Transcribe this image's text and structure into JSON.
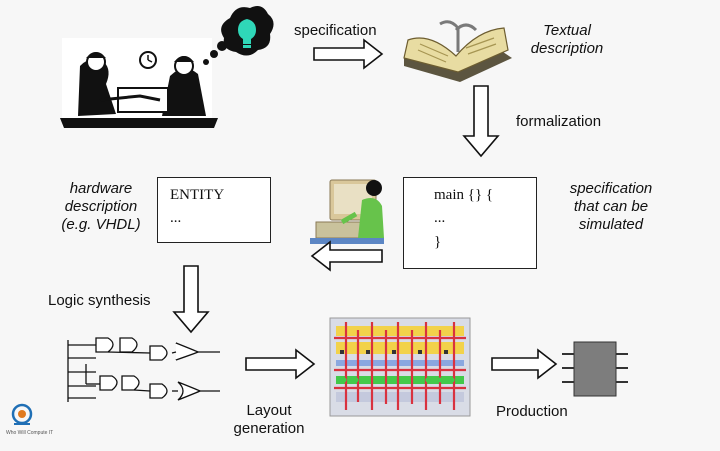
{
  "diagram": {
    "edges": {
      "specification": "specification",
      "formalization": "formalization",
      "logic_synthesis": "Logic synthesis",
      "layout_generation": [
        "Layout",
        "generation"
      ],
      "production": "Production"
    },
    "nodes": {
      "textual_description": [
        "Textual",
        "description"
      ],
      "simulatable_spec": [
        "specification",
        "that can be",
        "simulated"
      ],
      "hardware_description": [
        "hardware",
        "description",
        "(e.g. VHDL)"
      ]
    },
    "code_boxes": {
      "vhdl": [
        "ENTITY",
        "..."
      ],
      "c_code": [
        "main {} {",
        "...",
        "}"
      ]
    }
  },
  "logo": {
    "caption": "Who Will Compute IT"
  },
  "colors": {
    "arrow_fill": "#ffffff",
    "arrow_stroke": "#111111",
    "lightbulb": "#2fd7b8",
    "chip": "#7d7d7d",
    "layout_yellow": "#f2d24a",
    "layout_red": "#d9323f",
    "layout_green": "#43c94a",
    "layout_blue": "#8aa7e0"
  },
  "icons": [
    "discussion-people-icon",
    "lightbulb-icon",
    "open-book-icon",
    "person-at-computer-icon",
    "logic-gates-icon",
    "chip-layout-icon",
    "chip-package-icon",
    "logo-icon"
  ]
}
